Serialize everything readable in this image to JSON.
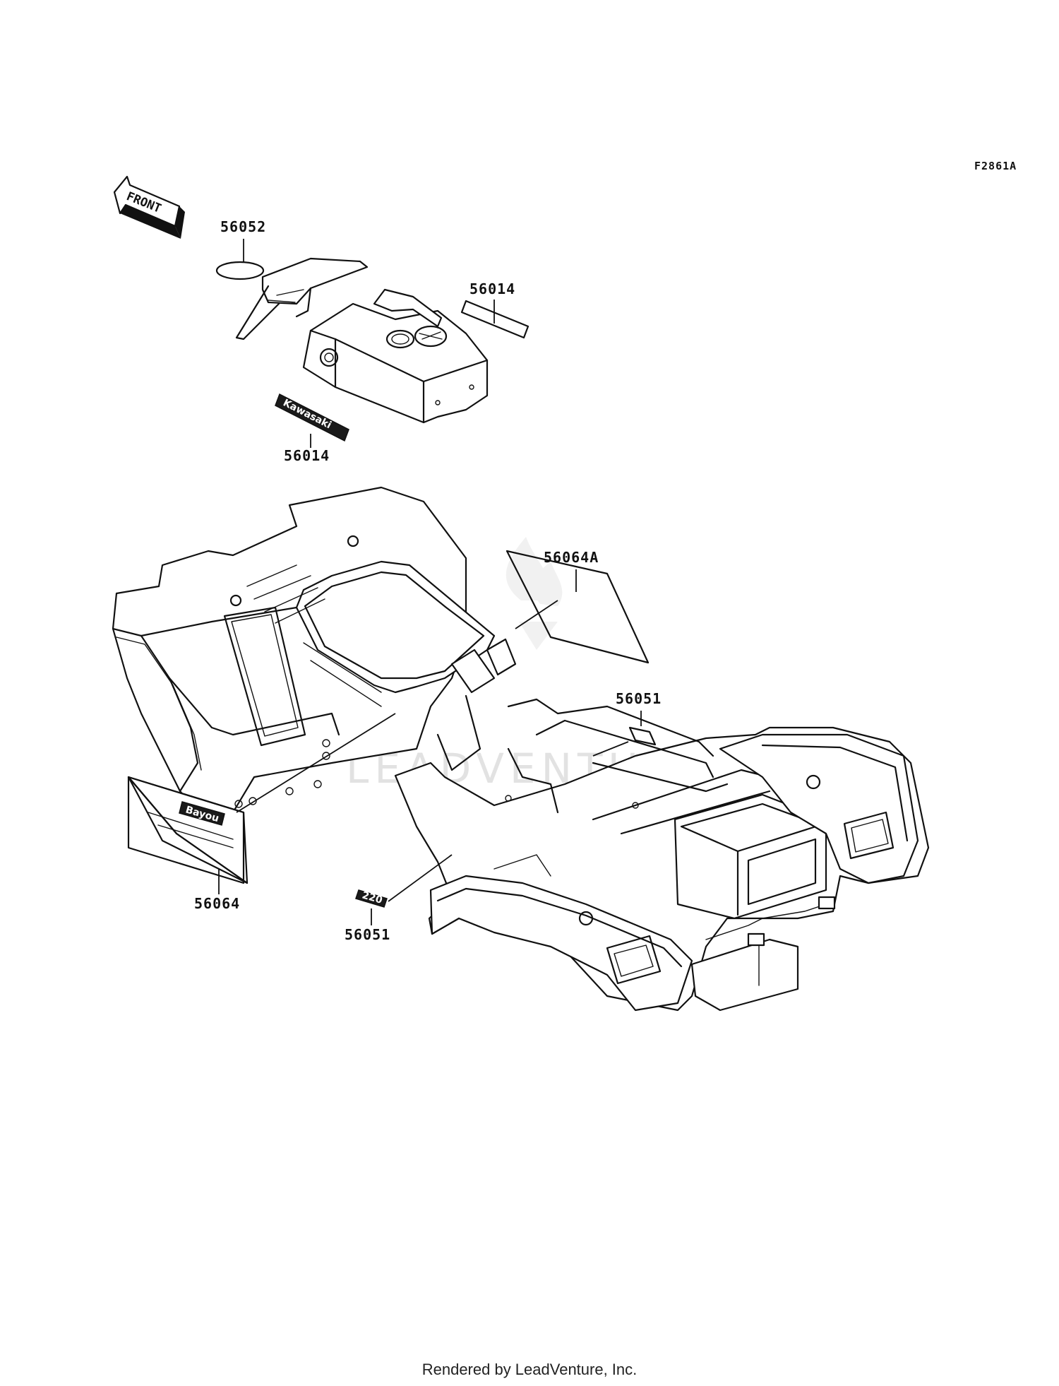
{
  "figure_id": "F2861A",
  "front_arrow_label": "FRONT",
  "watermark": "LEADVENTURE",
  "decal_texts": {
    "kawasaki": "Kawasaki",
    "bayou": "Bayou",
    "model_badge": "220"
  },
  "callouts": [
    {
      "part_number": "56052"
    },
    {
      "part_number": "56014"
    },
    {
      "part_number": "56014"
    },
    {
      "part_number": "56064A"
    },
    {
      "part_number": "56051"
    },
    {
      "part_number": "56064"
    },
    {
      "part_number": "56051"
    }
  ],
  "footer": "Rendered by LeadVenture, Inc."
}
